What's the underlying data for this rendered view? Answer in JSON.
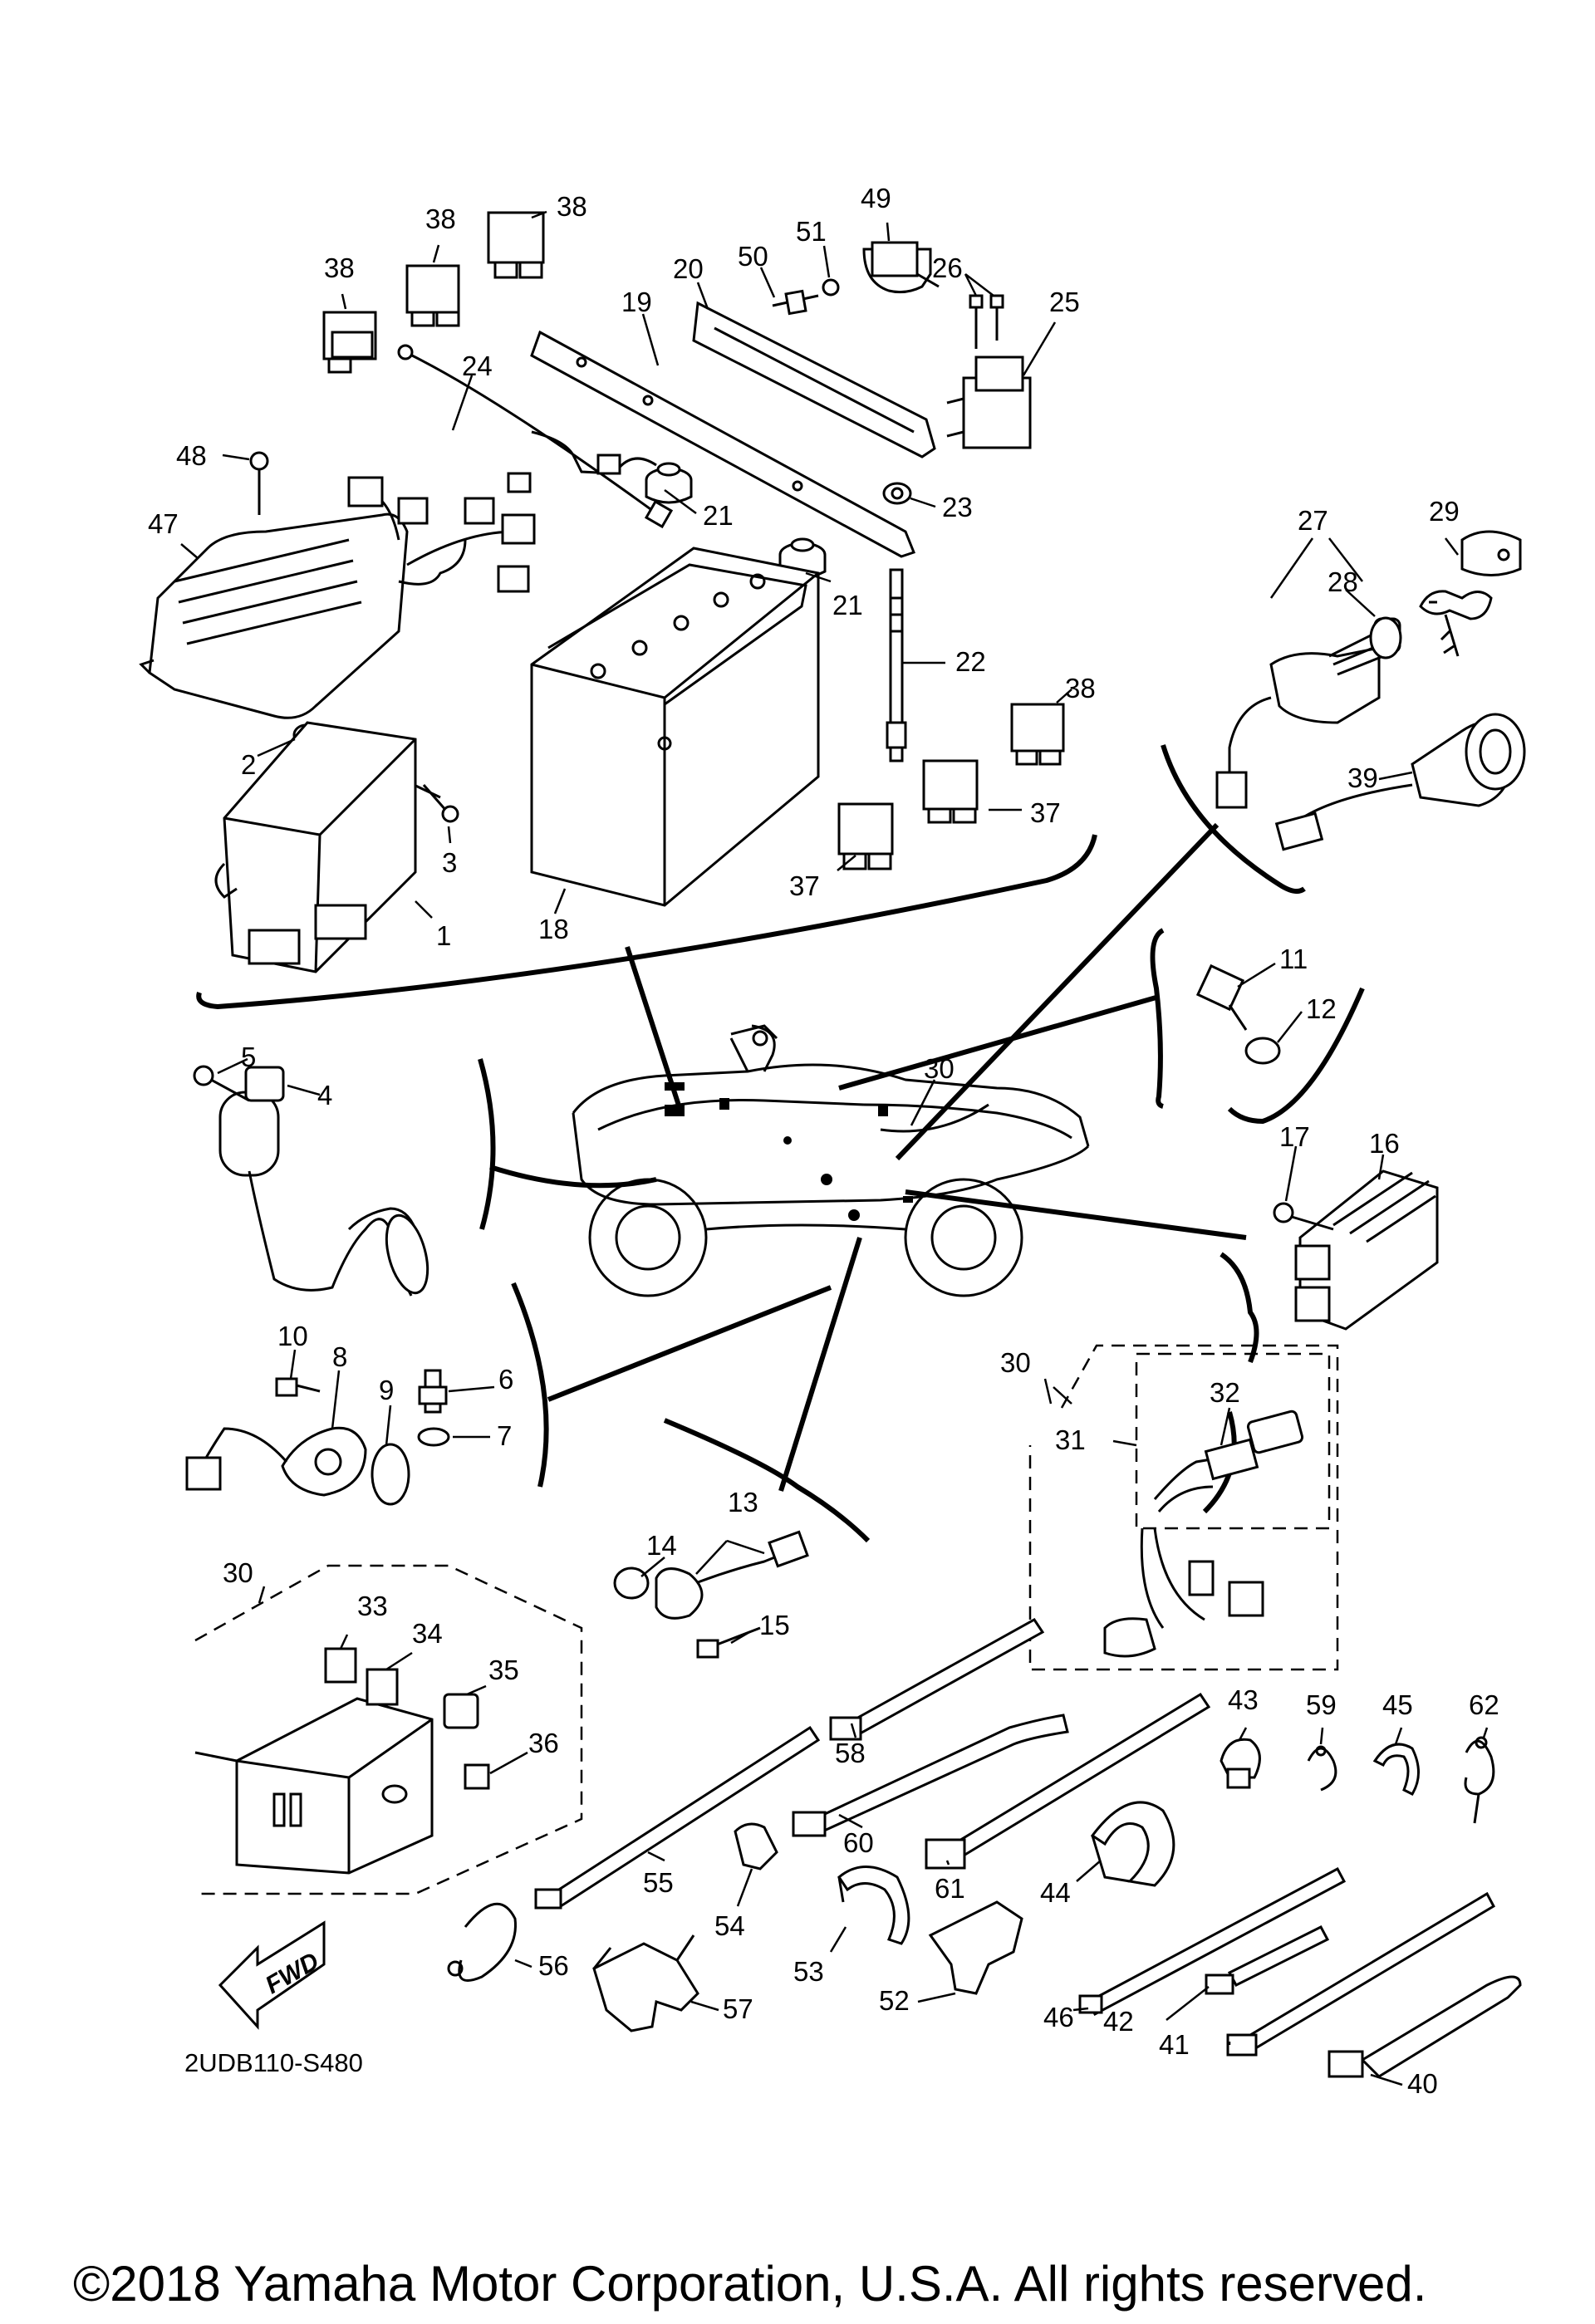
{
  "diagram": {
    "code": "2UDB110-S480",
    "fwd_label": "FWD",
    "copyright": "©2018 Yamaha Motor Corporation, U.S.A. All rights reserved.",
    "callouts": [
      {
        "id": "c38a",
        "label": "38"
      },
      {
        "id": "c38b",
        "label": "38"
      },
      {
        "id": "c38c",
        "label": "38"
      },
      {
        "id": "c49",
        "label": "49"
      },
      {
        "id": "c51",
        "label": "51"
      },
      {
        "id": "c50",
        "label": "50"
      },
      {
        "id": "c26",
        "label": "26"
      },
      {
        "id": "c20",
        "label": "20"
      },
      {
        "id": "c19",
        "label": "19"
      },
      {
        "id": "c25",
        "label": "25"
      },
      {
        "id": "c24",
        "label": "24"
      },
      {
        "id": "c48",
        "label": "48"
      },
      {
        "id": "c47",
        "label": "47"
      },
      {
        "id": "c21a",
        "label": "21"
      },
      {
        "id": "c23",
        "label": "23"
      },
      {
        "id": "c21b",
        "label": "21"
      },
      {
        "id": "c22",
        "label": "22"
      },
      {
        "id": "c38d",
        "label": "38"
      },
      {
        "id": "c37a",
        "label": "37"
      },
      {
        "id": "c37b",
        "label": "37"
      },
      {
        "id": "c2",
        "label": "2"
      },
      {
        "id": "c3",
        "label": "3"
      },
      {
        "id": "c1",
        "label": "1"
      },
      {
        "id": "c18",
        "label": "18"
      },
      {
        "id": "c27",
        "label": "27"
      },
      {
        "id": "c29",
        "label": "29"
      },
      {
        "id": "c28",
        "label": "28"
      },
      {
        "id": "c39",
        "label": "39"
      },
      {
        "id": "c11",
        "label": "11"
      },
      {
        "id": "c12",
        "label": "12"
      },
      {
        "id": "c5",
        "label": "5"
      },
      {
        "id": "c4",
        "label": "4"
      },
      {
        "id": "c30a",
        "label": "30"
      },
      {
        "id": "c17",
        "label": "17"
      },
      {
        "id": "c16",
        "label": "16"
      },
      {
        "id": "c10",
        "label": "10"
      },
      {
        "id": "c8",
        "label": "8"
      },
      {
        "id": "c9",
        "label": "9"
      },
      {
        "id": "c6",
        "label": "6"
      },
      {
        "id": "c7",
        "label": "7"
      },
      {
        "id": "c13",
        "label": "13"
      },
      {
        "id": "c14",
        "label": "14"
      },
      {
        "id": "c15",
        "label": "15"
      },
      {
        "id": "c30b",
        "label": "30"
      },
      {
        "id": "c32",
        "label": "32"
      },
      {
        "id": "c31",
        "label": "31"
      },
      {
        "id": "c30c",
        "label": "30"
      },
      {
        "id": "c33",
        "label": "33"
      },
      {
        "id": "c34",
        "label": "34"
      },
      {
        "id": "c35",
        "label": "35"
      },
      {
        "id": "c36",
        "label": "36"
      },
      {
        "id": "c43",
        "label": "43"
      },
      {
        "id": "c59",
        "label": "59"
      },
      {
        "id": "c45",
        "label": "45"
      },
      {
        "id": "c62",
        "label": "62"
      },
      {
        "id": "c58",
        "label": "58"
      },
      {
        "id": "c60",
        "label": "60"
      },
      {
        "id": "c61",
        "label": "61"
      },
      {
        "id": "c44",
        "label": "44"
      },
      {
        "id": "c55",
        "label": "55"
      },
      {
        "id": "c54",
        "label": "54"
      },
      {
        "id": "c53",
        "label": "53"
      },
      {
        "id": "c52",
        "label": "52"
      },
      {
        "id": "c46",
        "label": "46"
      },
      {
        "id": "c42",
        "label": "42"
      },
      {
        "id": "c41",
        "label": "41"
      },
      {
        "id": "c40",
        "label": "40"
      },
      {
        "id": "c56",
        "label": "56"
      },
      {
        "id": "c57",
        "label": "57"
      }
    ]
  }
}
